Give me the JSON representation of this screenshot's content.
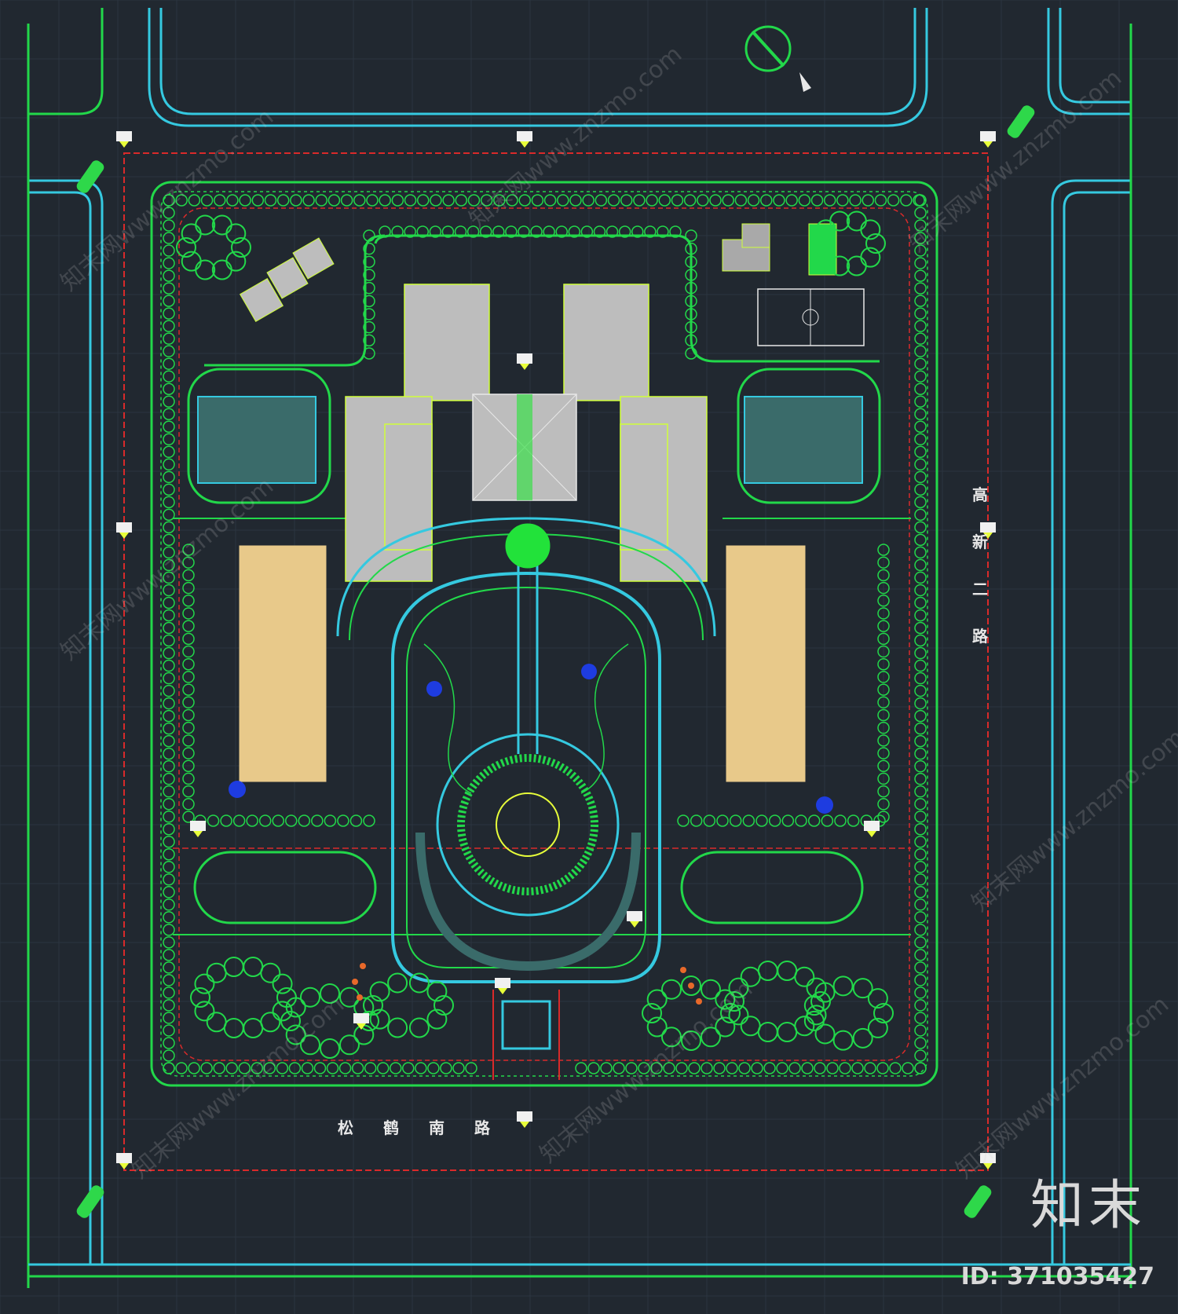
{
  "road_labels": {
    "east": "高新二路",
    "south": "松鹤南路"
  },
  "branding": {
    "logo_text": "知末",
    "image_id": "ID: 371035427",
    "watermark": "知末网www.znzmo.com"
  },
  "colors": {
    "background": "#212830",
    "grid": "#2c3540",
    "road_edge": "#35c9e0",
    "red_line": "#d92a2a",
    "green_line": "#22d84a",
    "tree_fill": "#0f6b2a",
    "building_gray": "#bdbdbd",
    "building_tan": "#e8c98a",
    "pool": "#3a6b6a",
    "text_white": "#e8e8e8"
  },
  "icons": [
    "north-arrow-icon",
    "compass-icon",
    "tree-icon",
    "elevation-marker-icon",
    "pedestrian-marker-icon"
  ]
}
